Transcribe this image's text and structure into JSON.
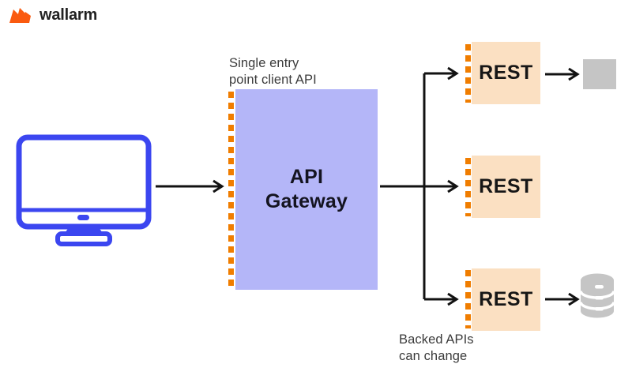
{
  "logo": {
    "text": "wallarm",
    "icon": "wallarm-flash-icon"
  },
  "labels": {
    "single_entry": "Single entry\npoint client API",
    "backed_apis": "Backed APIs\ncan change"
  },
  "nodes": {
    "client": {
      "icon": "monitor-icon"
    },
    "gateway": {
      "label": "API\nGateway"
    },
    "rest": [
      {
        "label": "REST"
      },
      {
        "label": "REST"
      },
      {
        "label": "REST"
      }
    ],
    "targets": {
      "service_square": "generic-service-square",
      "database": "database-icon"
    }
  },
  "colors": {
    "brand_orange": "#fa5a0f",
    "dash_orange": "#f07d00",
    "gateway_fill": "#b4b6f8",
    "rest_fill": "#fbe0c2",
    "monitor_blue": "#3b46f0",
    "neutral_gray": "#c5c5c5",
    "arrow_black": "#121212"
  }
}
